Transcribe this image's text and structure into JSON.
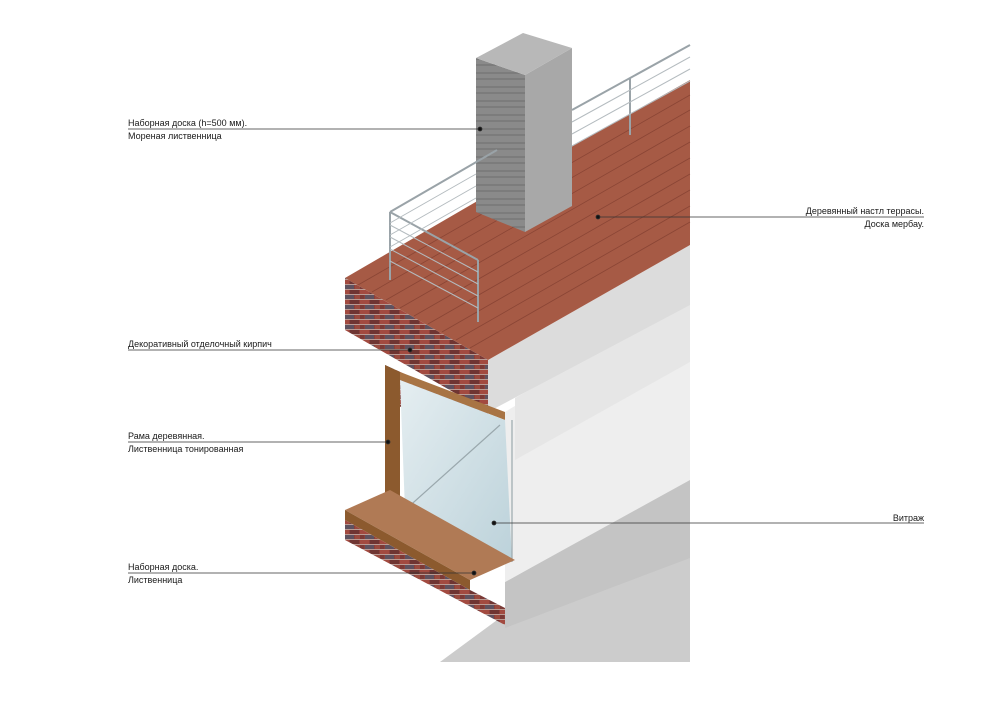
{
  "callouts": {
    "facing_board": {
      "line1": "Наборная доска (h=500 мм).",
      "line2": "Мореная лиственница"
    },
    "terrace_deck": {
      "line1": "Деревянный настл террасы.",
      "line2": "Доска мербау."
    },
    "brick": {
      "line1": "Декоративный отделочный кирпич"
    },
    "window_frame": {
      "line1": "Рама деревянная.",
      "line2": "Лиственница тонированная"
    },
    "glazing": {
      "line1": "Витраж"
    },
    "sill_board": {
      "line1": "Наборная доска.",
      "line2": "Лиственница"
    }
  },
  "colors": {
    "deck": "#a65a45",
    "deck_plank_line": "#8a4535",
    "brick": "#8c3f3a",
    "wall_light": "#eeeeee",
    "wall_shadow": "#d0d0d0",
    "ground": "#cccccc",
    "chimney": "#8a8a8a",
    "frame_wood": "#8c5a2e",
    "glass": "#cfe0e6",
    "sill_wood": "#b07a55",
    "railing": "#9aa3a8",
    "leader_line": "#333333"
  }
}
